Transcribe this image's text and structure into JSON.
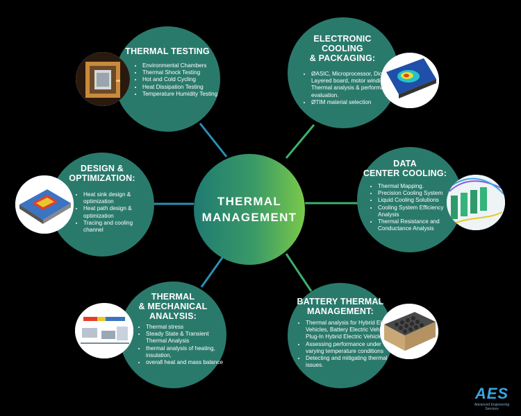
{
  "colors": {
    "background": "#000000",
    "node_fill": "#2a7a6c",
    "connector_blue": "#2b8fb8",
    "connector_green": "#3db06a",
    "center_gradient": [
      "#1f7a72",
      "#7ac94a"
    ],
    "logo_blue": "#3aa6e0"
  },
  "center": {
    "title": "THERMAL\nMANAGEMENT"
  },
  "nodes": {
    "thermal_testing": {
      "title": "THERMAL TESTING",
      "items": [
        "Environmental Chambers",
        "Thermal Shock Testing",
        "Hot and Cold Cycling",
        "Heat Dissipation Testing",
        "Temperature Humidity Testing"
      ]
    },
    "electronic_cooling": {
      "title": "ELECTRONIC\nCOOLING\n& PACKAGING:",
      "items": [
        "ØASIC, Microprocessor, Diodes,    Layered board, motor windings Thermal analysis  & performance evaluation.",
        "ØTIM material selection"
      ]
    },
    "design_optimization": {
      "title": "DESIGN &\nOPTIMIZATION:",
      "items": [
        "Heat sink design & optimization",
        "Heat path design & optimization",
        "Tracing and cooling channel"
      ]
    },
    "data_center": {
      "title": "DATA\nCENTER COOLING:",
      "items": [
        "Thermal Mapping.",
        "Precision Cooling System",
        "Liquid Cooling Solutions",
        "Cooling System Efficiency Analysis",
        "Thermal Resistance and Conductance Analysis"
      ]
    },
    "thermal_mechanical": {
      "title": "THERMAL\n& MECHANICAL\nANALYSIS:",
      "items": [
        "Thermal stress",
        "Steady State & Transient Thermal Analysis",
        "thermal analysis of heating, insulation,",
        "overall heat and mass balance"
      ]
    },
    "battery": {
      "title": "BATTERY THERMAL\nMANAGEMENT:",
      "items": [
        "Thermal analysis for Hybrid Electric Vehicles, Battery Electric Vehicles, & Plug-In Hybrid Electric Vehicles",
        "Assessing performance under varying temperature conditions",
        "Detecting and  mitigating thermal issues."
      ]
    }
  },
  "thumbnails": {
    "thermal_testing": "environmental-chamber-photo",
    "electronic_cooling": "pcb-thermal-simulation",
    "design_optimization": "heat-sink-simulation",
    "data_center": "server-rack-airflow-simulation",
    "thermal_mechanical": "mechanical-thermal-cfd",
    "battery": "battery-pack-cells"
  },
  "logo": {
    "text": "AES",
    "subtitle": "Advanced Engineering Services"
  }
}
